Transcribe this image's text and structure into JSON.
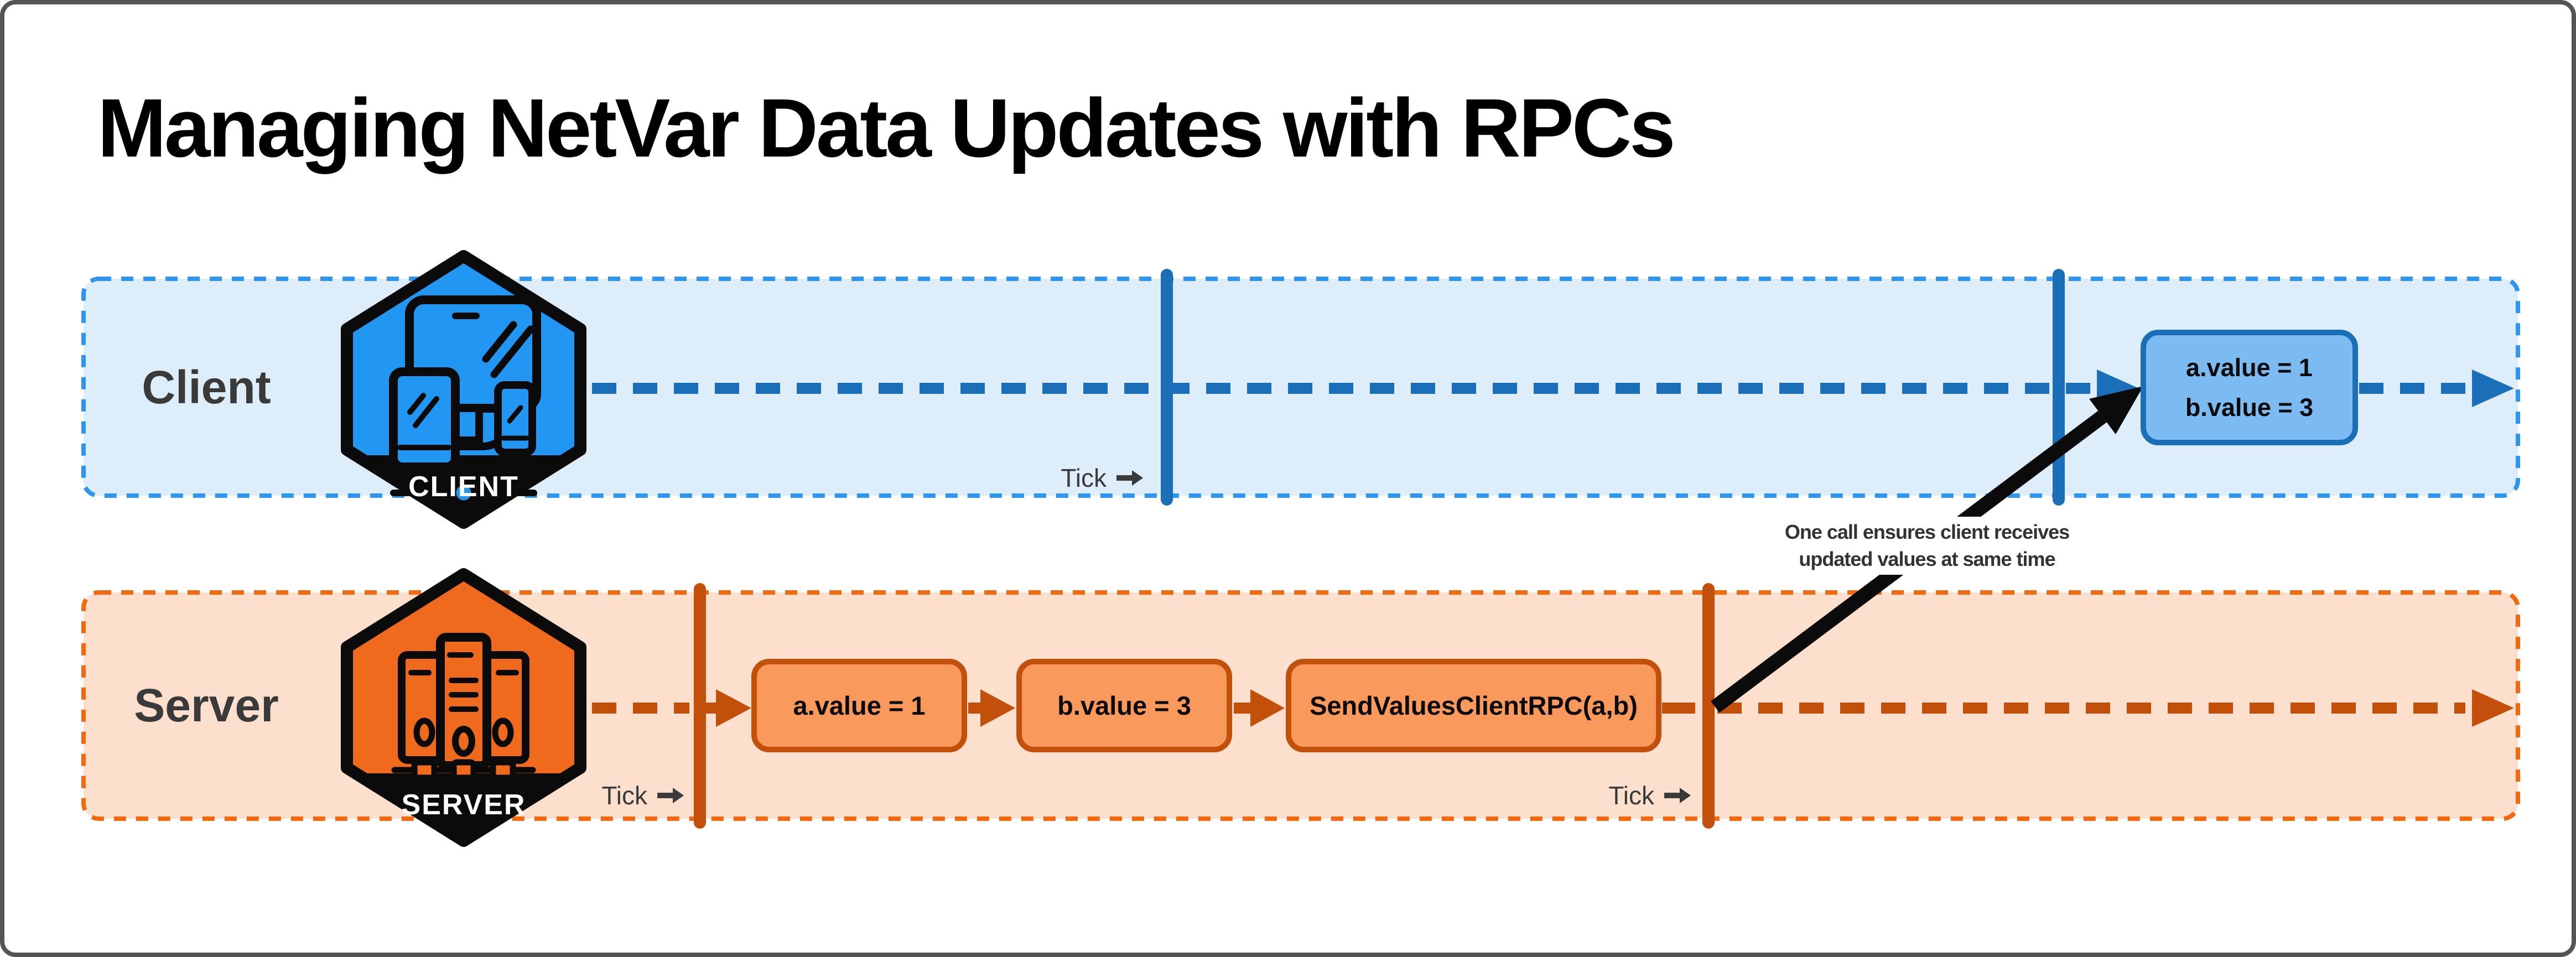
{
  "title": "Managing NetVar Data Updates with RPCs",
  "tick_label": "Tick",
  "client": {
    "label": "Client",
    "badge": "CLIENT",
    "box_line1": "a.value = 1",
    "box_line2": "b.value = 3"
  },
  "server": {
    "label": "Server",
    "badge": "SERVER",
    "boxes": [
      "a.value = 1",
      "b.value = 3",
      "SendValuesClientRPC(a,b)"
    ]
  },
  "annotation": {
    "line1": "One call ensures client receives",
    "line2": "updated values at same time"
  },
  "colors": {
    "client_accent": "#1b6fb8",
    "client_hexagon": "#2196f3",
    "client_lane_bg": "#ddeefa",
    "client_lane_border": "#2e96ef",
    "client_box_fill": "#7cbaf2",
    "server_accent": "#c2500a",
    "server_hexagon": "#ef6a1d",
    "server_lane_bg": "#fce0cd",
    "server_lane_border": "#f3690f",
    "server_box_fill": "#f9995c",
    "arrow_black": "#0b0b0b",
    "text_gray": "#3a3a3a"
  }
}
